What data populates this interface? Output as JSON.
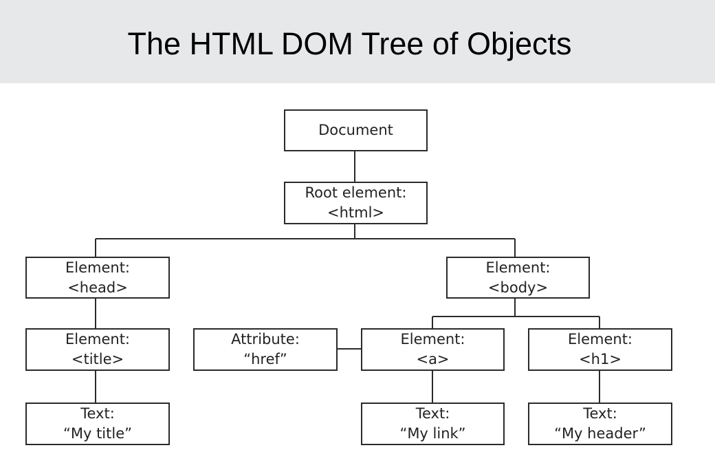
{
  "title": "The HTML DOM Tree of Objects",
  "nodes": {
    "document": {
      "line1": "Document"
    },
    "root": {
      "line1": "Root element:",
      "line2": "<html>"
    },
    "head": {
      "line1": "Element:",
      "line2": "<head>"
    },
    "body": {
      "line1": "Element:",
      "line2": "<body>"
    },
    "title": {
      "line1": "Element:",
      "line2": "<title>"
    },
    "attribute": {
      "line1": "Attribute:",
      "line2": "“href”"
    },
    "a": {
      "line1": "Element:",
      "line2": "<a>"
    },
    "h1": {
      "line1": "Element:",
      "line2": "<h1>"
    },
    "text_title": {
      "line1": "Text:",
      "line2": "“My title”"
    },
    "text_link": {
      "line1": "Text:",
      "line2": "“My link”"
    },
    "text_header": {
      "line1": "Text:",
      "line2": "“My header”"
    }
  }
}
